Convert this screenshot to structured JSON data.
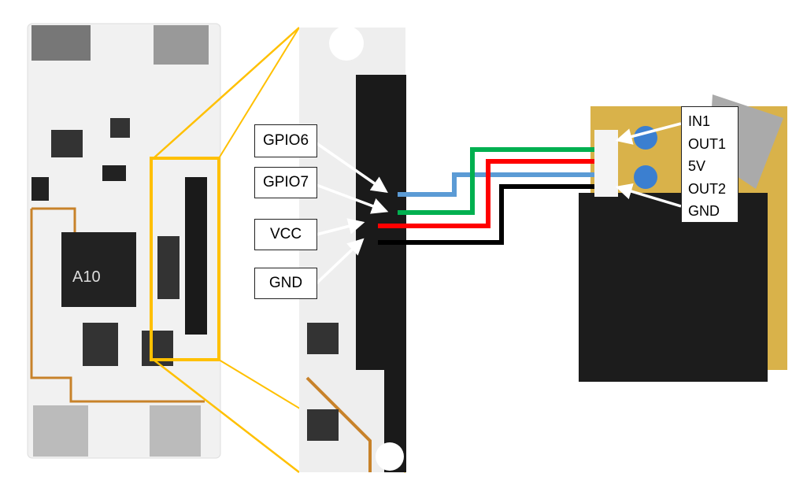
{
  "board_labels": [
    {
      "id": "gpio6",
      "text": "GPIO6"
    },
    {
      "id": "gpio7",
      "text": "GPIO7"
    },
    {
      "id": "vcc",
      "text": "VCC"
    },
    {
      "id": "gnd",
      "text": "GND"
    }
  ],
  "sensor_pins": [
    "IN1",
    "OUT1",
    "5V",
    "OUT2",
    "GND"
  ],
  "chip_label": "A10",
  "wire_colors": {
    "gpio6": "#5b9bd5",
    "gpio7": "#00b050",
    "vcc": "#ff0000",
    "gnd": "#000000"
  },
  "highlight_color": "#ffc000"
}
